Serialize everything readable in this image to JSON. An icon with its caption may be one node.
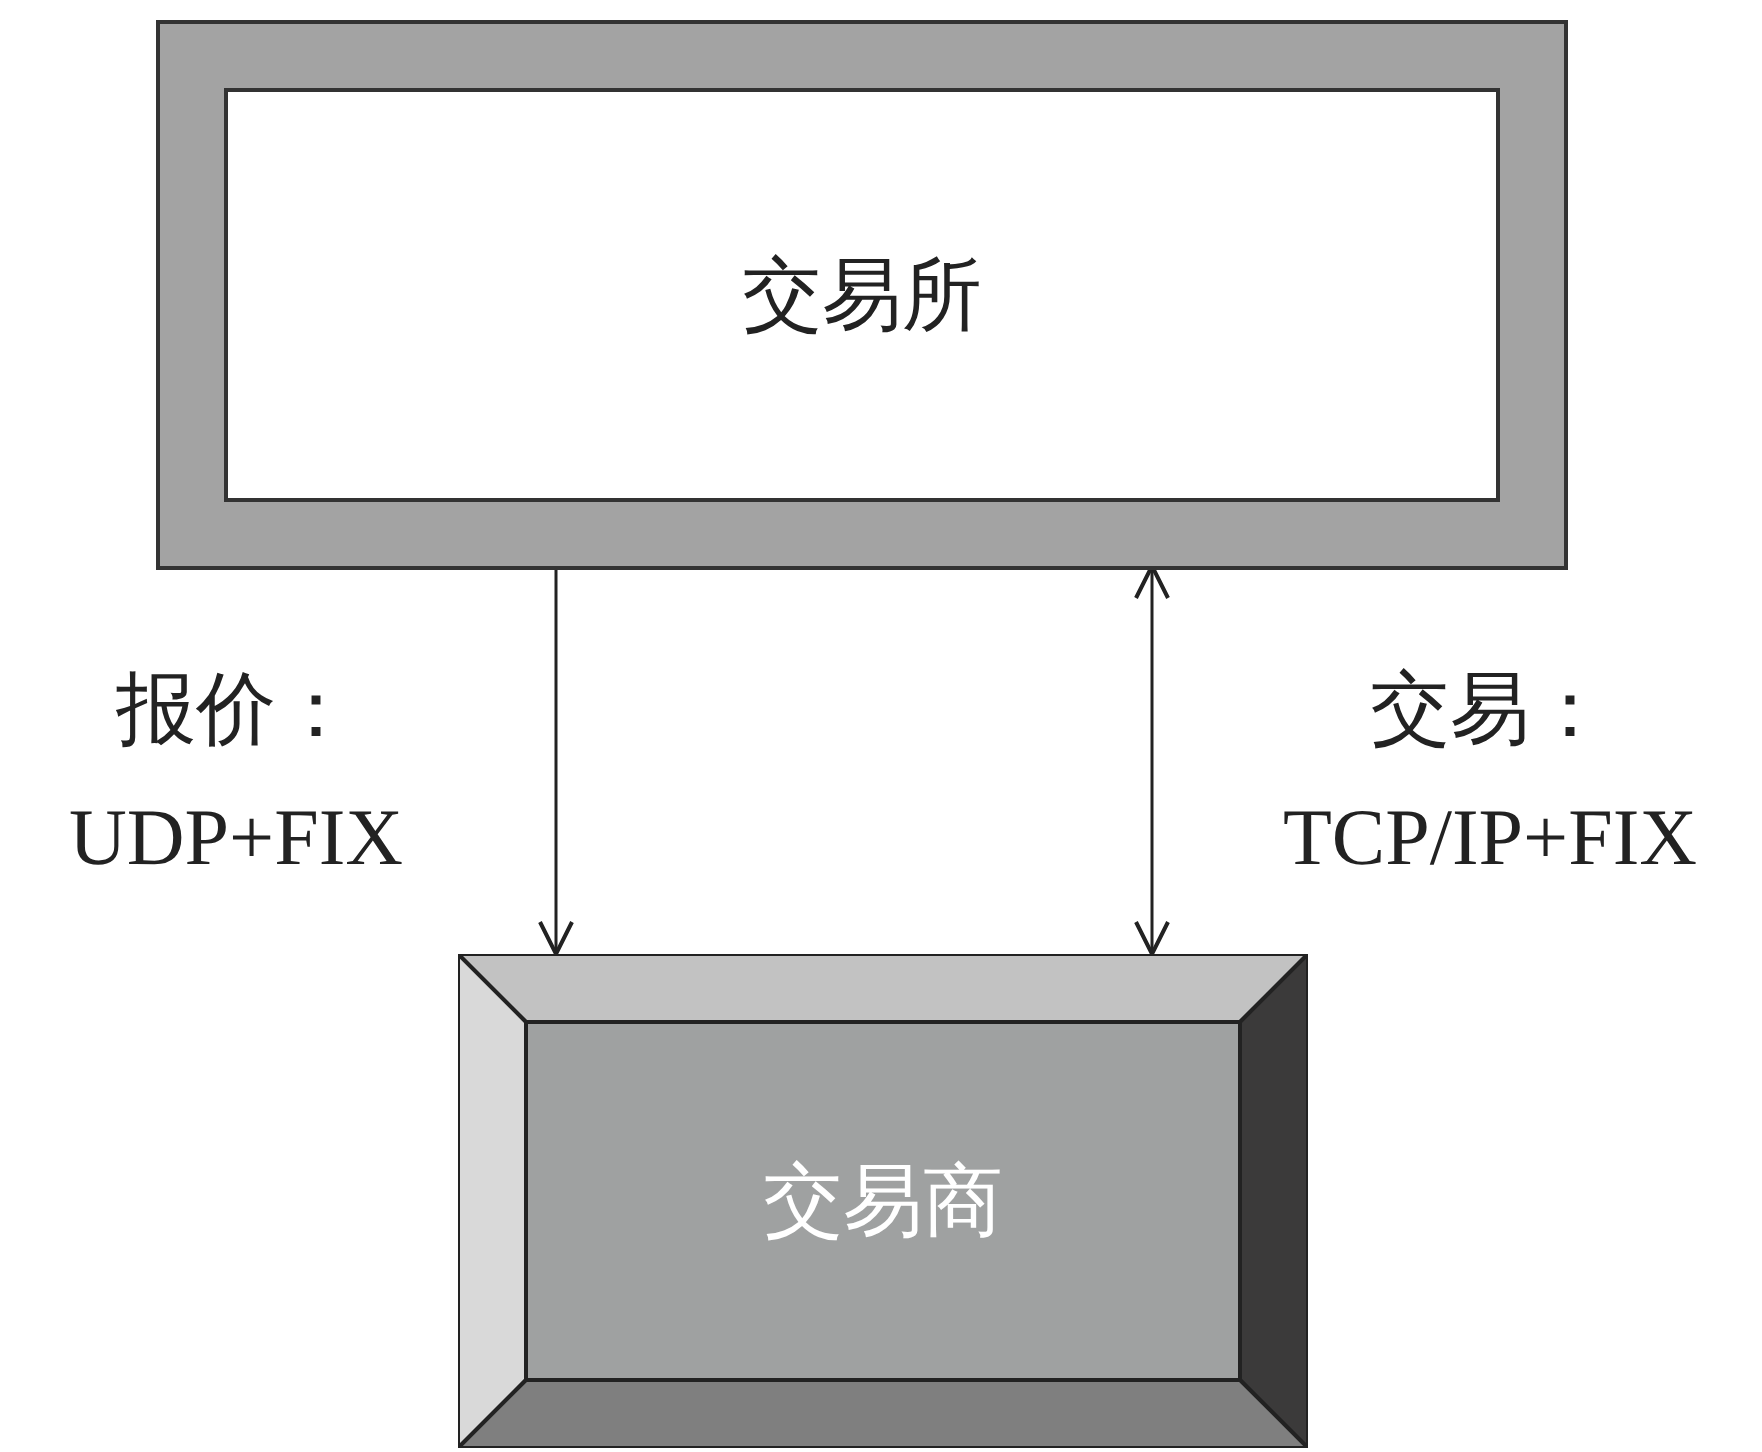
{
  "diagram": {
    "nodes": [
      {
        "text": [
          "交易所"
        ]
      },
      {
        "text": [
          "交易商"
        ]
      }
    ],
    "edges": [
      {
        "from": 0,
        "to": 1,
        "arrow": "to",
        "label": "报价： UDP+FIX"
      },
      {
        "from": 0,
        "to": 1,
        "arrow": "both",
        "label": "交易： TCP/IP+FIX"
      }
    ]
  }
}
